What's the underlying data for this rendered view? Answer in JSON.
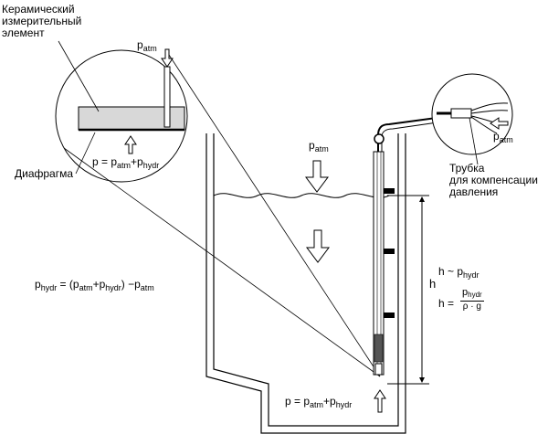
{
  "labels": {
    "ceramic_element": [
      "Керамический",
      "измерительный",
      "элемент"
    ],
    "diaphragm": "Диафрагма",
    "tube": [
      "Трубка",
      "для компенсации",
      "давления"
    ],
    "h": "h"
  },
  "formulas": {
    "p_atm_1": {
      "base": "p",
      "sub": "atm"
    },
    "p_atm_2": {
      "base": "p",
      "sub": "atm"
    },
    "p_atm_3": {
      "base": "p",
      "sub": "atm"
    },
    "p_inset": {
      "pre": "p = p",
      "sub1": "atm",
      "mid": "+p",
      "sub2": "hydr"
    },
    "p_bottom": {
      "pre": "p = p",
      "sub1": "atm",
      "mid": "+p",
      "sub2": "hydr"
    },
    "p_hydr_eq": {
      "a": "p",
      "s1": "hydr",
      "b": " = (p",
      "s2": "atm",
      "c": "+p",
      "s3": "hydr",
      "d": ") −p",
      "s4": "atm"
    },
    "h_prop": {
      "a": "h ~ p",
      "s1": "hydr"
    },
    "h_eq": {
      "a": "h =",
      "num_base": "p",
      "num_sub": "hydr",
      "den": "ρ · g"
    }
  }
}
